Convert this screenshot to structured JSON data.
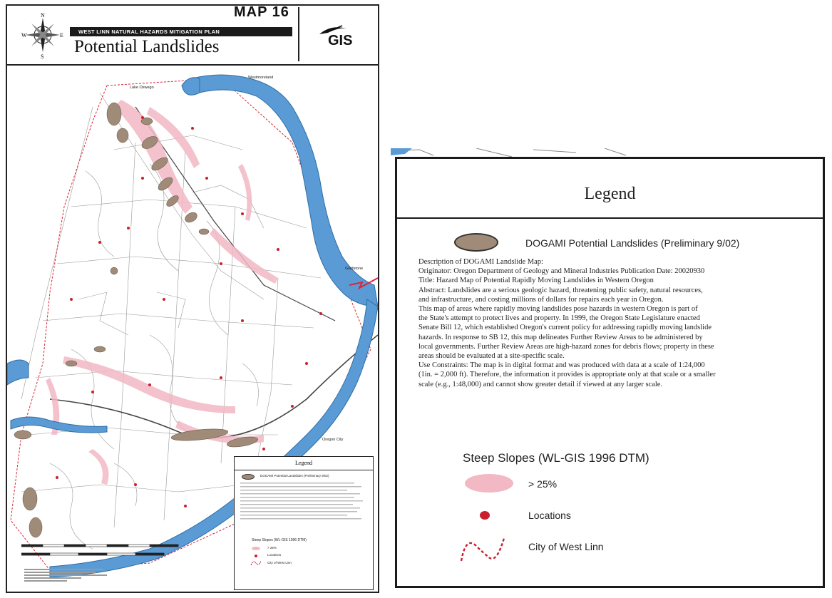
{
  "sheet": {
    "map_number": "MAP 16",
    "plan_name": "WEST LINN NATURAL HAZARDS MITIGATION PLAN",
    "title": "Potential Landslides",
    "logo_text": "GIS",
    "compass": {
      "n": "N",
      "s": "S",
      "e": "E",
      "w": "W"
    }
  },
  "map": {
    "places": [
      {
        "id": "lake-oswego",
        "label": "Lake Oswego"
      },
      {
        "id": "westmoreland",
        "label": "Westmoreland"
      },
      {
        "id": "gladstone",
        "label": "Gladstone"
      },
      {
        "id": "oregon-city",
        "label": "Oregon City"
      }
    ],
    "colors": {
      "river": "#5b9bd5",
      "river_edge": "#2e6ea6",
      "landslide": "#a08b78",
      "slope": "#f2b8c4",
      "location": "#c8202e",
      "street": "#9a9a9a",
      "arrow": "#d9263a"
    }
  },
  "mini_legend": {
    "title": "Legend",
    "dogami": "DOGAMI Potential Landslides (Preliminary 9/02)",
    "slopes": "Steep Slopes (WL-GIS 1996 DTM)",
    "slope_label": "> 25%",
    "locations": "Locations",
    "city": "City of West Linn"
  },
  "legend": {
    "title": "Legend",
    "dogami_label": "DOGAMI Potential Landslides (Preliminary 9/02)",
    "description": [
      "Description of DOGAMI Landslide Map:",
      "Originator: Oregon Department of Geology and Mineral Industries   Publication Date: 20020930",
      "Title: Hazard Map of Potential Rapidly Moving Landslides in Western Oregon",
      "Abstract: Landslides are a serious geologic hazard, threatening public safety, natural resources,",
      "and infrastructure, and costing millions of dollars for repairs each year in Oregon.",
      "This map of areas where rapidly moving landslides pose hazards in western Oregon is part of",
      "the State's attempt to protect lives and property. In 1999, the Oregon State Legislature enacted",
      "Senate Bill 12, which established Oregon's current policy for addressing rapidly moving landslide",
      "hazards. In response to SB 12, this map delineates Further Review Areas to be administered by",
      "local governments. Further Review Areas are high-hazard zones for debris flows; property in these",
      "areas should be evaluated at a site-specific scale.",
      "Use Constraints: The map is in digital format and was produced with data at a scale of 1:24,000",
      "(1in. = 2,000 ft). Therefore, the information it provides is appropriate only at that scale or a smaller",
      "scale (e.g., 1:48,000) and cannot show greater detail if viewed at any larger scale."
    ],
    "slopes_title": "Steep Slopes (WL-GIS 1996 DTM)",
    "slope_label": "> 25%",
    "locations_label": "Locations",
    "city_label": "City of West Linn"
  }
}
